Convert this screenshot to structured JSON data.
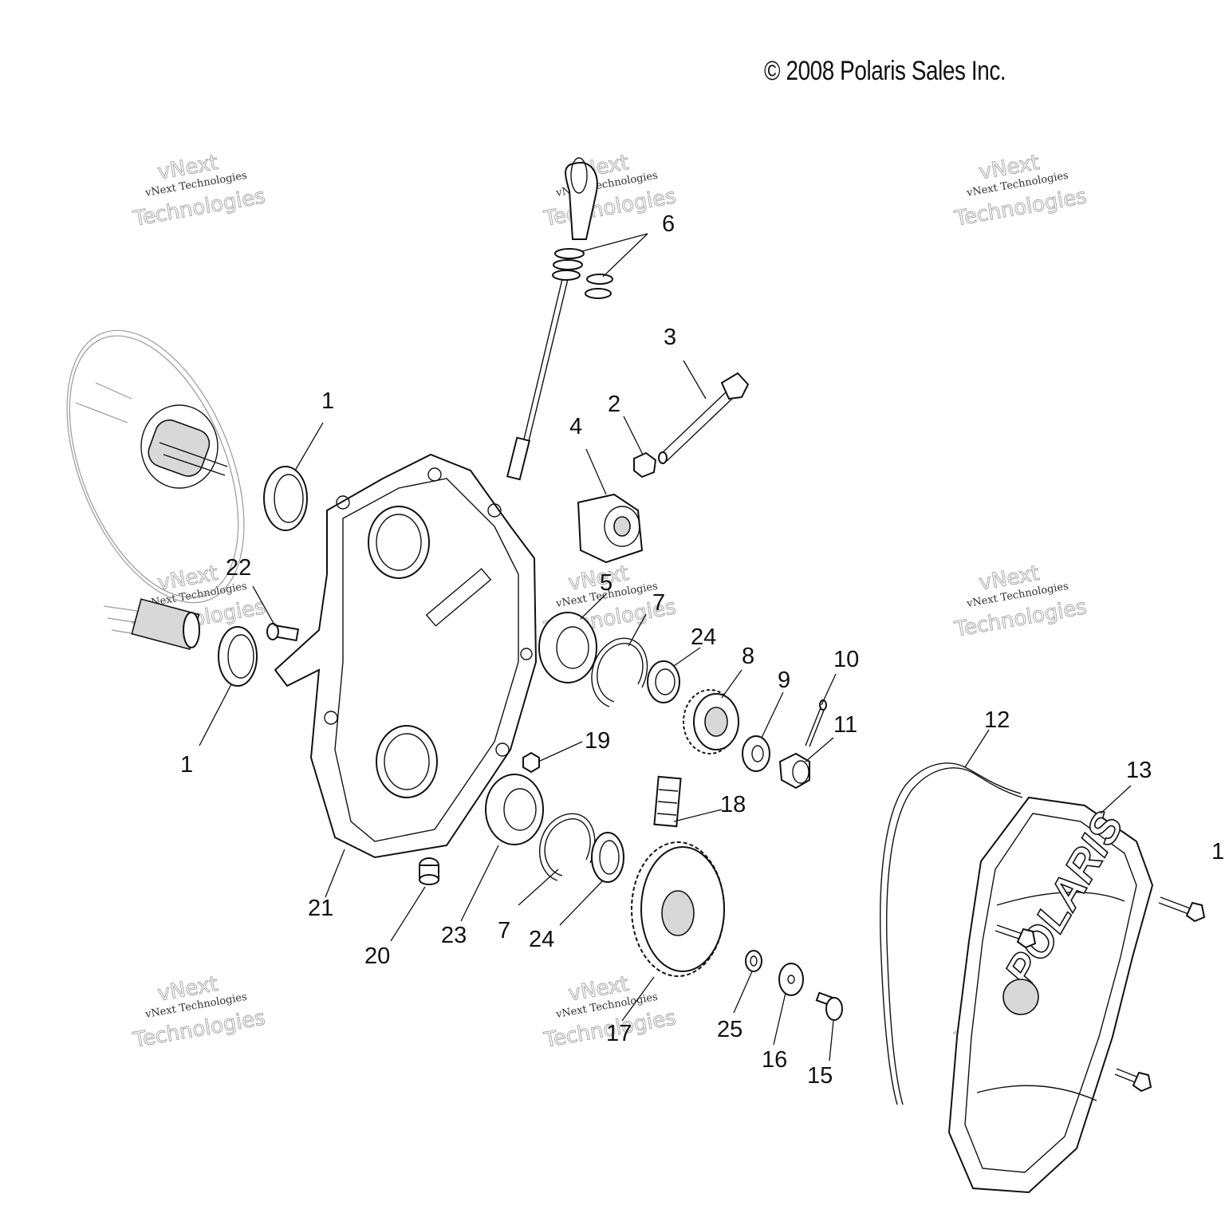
{
  "copyright": "© 2008 Polaris Sales Inc.",
  "watermark": {
    "line0": "vNext",
    "line1": "vNext Technologies",
    "line2": "Technologies"
  },
  "callouts": [
    {
      "id": "c1a",
      "label": "1"
    },
    {
      "id": "c1b",
      "label": "1"
    },
    {
      "id": "c2",
      "label": "2"
    },
    {
      "id": "c3",
      "label": "3"
    },
    {
      "id": "c4",
      "label": "4"
    },
    {
      "id": "c5",
      "label": "5"
    },
    {
      "id": "c6",
      "label": "6"
    },
    {
      "id": "c7a",
      "label": "7"
    },
    {
      "id": "c7b",
      "label": "7"
    },
    {
      "id": "c8",
      "label": "8"
    },
    {
      "id": "c9",
      "label": "9"
    },
    {
      "id": "c10",
      "label": "10"
    },
    {
      "id": "c11",
      "label": "11"
    },
    {
      "id": "c12",
      "label": "12"
    },
    {
      "id": "c13",
      "label": "13"
    },
    {
      "id": "c14",
      "label": "1"
    },
    {
      "id": "c15",
      "label": "15"
    },
    {
      "id": "c16",
      "label": "16"
    },
    {
      "id": "c17",
      "label": "17"
    },
    {
      "id": "c18",
      "label": "18"
    },
    {
      "id": "c19",
      "label": "19"
    },
    {
      "id": "c20",
      "label": "20"
    },
    {
      "id": "c21",
      "label": "21"
    },
    {
      "id": "c22",
      "label": "22"
    },
    {
      "id": "c23",
      "label": "23"
    },
    {
      "id": "c24a",
      "label": "24"
    },
    {
      "id": "c24b",
      "label": "24"
    },
    {
      "id": "c25",
      "label": "25"
    }
  ],
  "cover_logo": "POLARIS"
}
